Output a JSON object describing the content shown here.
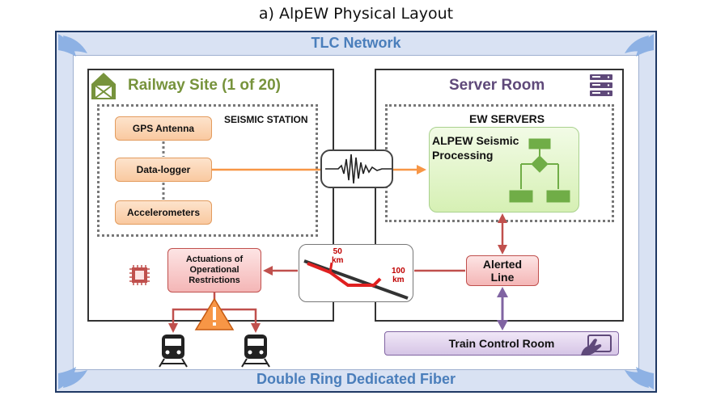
{
  "title": "a) AlpEW Physical Layout",
  "network_label": "TLC Network",
  "fiber_label": "Double Ring Dedicated Fiber",
  "railway": {
    "title": "Railway Site (1 of 20)",
    "station_label": "SEISMIC STATION",
    "gps": "GPS Antenna",
    "logger": "Data-logger",
    "accel": "Accelerometers",
    "actuation_line1": "Actuations of",
    "actuation_line2": "Operational",
    "actuation_line3": "Restrictions"
  },
  "server": {
    "title": "Server Room",
    "ew_label": "EW SERVERS",
    "processing_line1": "ALPEW Seismic",
    "processing_line2": "Processing",
    "alerted_line1": "Alerted",
    "alerted_line2": "Line"
  },
  "map": {
    "km50_value": "50",
    "km50_unit": "km",
    "km100_value": "100",
    "km100_unit": "km"
  },
  "train_control": "Train Control Room",
  "colors": {
    "orange_arrow": "#f79646",
    "red_arrow": "#c0504d",
    "purple_arrow": "#8064a2",
    "green_icon": "#70ad47",
    "railway_title": "#77933c",
    "server_title": "#5f497a",
    "network_blue": "#4a7ebb"
  }
}
